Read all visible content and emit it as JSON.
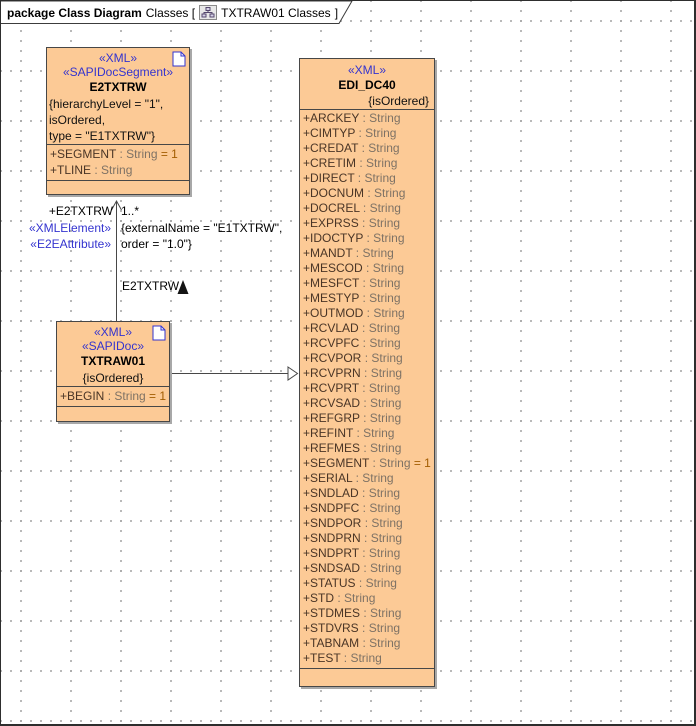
{
  "colors": {
    "class_fill": "#FCCA96",
    "class_border": "#474747",
    "stereotype_blue": "#3434CF",
    "attribute_name": "#4A3526",
    "attribute_type": "#7E7265",
    "attribute_default": "#A25C00",
    "shadow": "#A8A8A8"
  },
  "header": {
    "keyword": "package Class Diagram",
    "context": "Classes [",
    "diagram_icon": "class-diagram-icon",
    "name": "TXTRAW01 Classes",
    "bracket": "]"
  },
  "classes": {
    "e2txtrw": {
      "stereotypes": [
        "«XML»",
        "«SAPIDocSegment»"
      ],
      "name": "E2TXTRW",
      "constraints": [
        "{hierarchyLevel = \"1\",",
        "isOrdered,",
        "type = \"E1TXTRW\"}"
      ],
      "attributes": [
        {
          "n": "+SEGMENT",
          "t": " : String",
          "d": " = 1"
        },
        {
          "n": "+TLINE",
          "t": " : String",
          "d": ""
        }
      ]
    },
    "txtraw01": {
      "stereotypes": [
        "«XML»",
        "«SAPIDoc»"
      ],
      "name": "TXTRAW01",
      "constraints": [
        "{isOrdered}"
      ],
      "attributes": [
        {
          "n": "+BEGIN",
          "t": " : String",
          "d": " = 1"
        }
      ]
    },
    "edi_dc40": {
      "stereotypes": [
        "«XML»"
      ],
      "name": "EDI_DC40",
      "constraint": "{isOrdered}",
      "attributes": [
        {
          "n": "+ARCKEY",
          "t": " : String",
          "d": ""
        },
        {
          "n": "+CIMTYP",
          "t": " : String",
          "d": ""
        },
        {
          "n": "+CREDAT",
          "t": " : String",
          "d": ""
        },
        {
          "n": "+CRETIM",
          "t": " : String",
          "d": ""
        },
        {
          "n": "+DIRECT",
          "t": " : String",
          "d": ""
        },
        {
          "n": "+DOCNUM",
          "t": " : String",
          "d": ""
        },
        {
          "n": "+DOCREL",
          "t": " : String",
          "d": ""
        },
        {
          "n": "+EXPRSS",
          "t": " : String",
          "d": ""
        },
        {
          "n": "+IDOCTYP",
          "t": " : String",
          "d": ""
        },
        {
          "n": "+MANDT",
          "t": " : String",
          "d": ""
        },
        {
          "n": "+MESCOD",
          "t": " : String",
          "d": ""
        },
        {
          "n": "+MESFCT",
          "t": " : String",
          "d": ""
        },
        {
          "n": "+MESTYP",
          "t": " : String",
          "d": ""
        },
        {
          "n": "+OUTMOD",
          "t": " : String",
          "d": ""
        },
        {
          "n": "+RCVLAD",
          "t": " : String",
          "d": ""
        },
        {
          "n": "+RCVPFC",
          "t": " : String",
          "d": ""
        },
        {
          "n": "+RCVPOR",
          "t": " : String",
          "d": ""
        },
        {
          "n": "+RCVPRN",
          "t": " : String",
          "d": ""
        },
        {
          "n": "+RCVPRT",
          "t": " : String",
          "d": ""
        },
        {
          "n": "+RCVSAD",
          "t": " : String",
          "d": ""
        },
        {
          "n": "+REFGRP",
          "t": " : String",
          "d": ""
        },
        {
          "n": "+REFINT",
          "t": " : String",
          "d": ""
        },
        {
          "n": "+REFMES",
          "t": " : String",
          "d": ""
        },
        {
          "n": "+SEGMENT",
          "t": " : String",
          "d": " = 1"
        },
        {
          "n": "+SERIAL",
          "t": " : String",
          "d": ""
        },
        {
          "n": "+SNDLAD",
          "t": " : String",
          "d": ""
        },
        {
          "n": "+SNDPFC",
          "t": " : String",
          "d": ""
        },
        {
          "n": "+SNDPOR",
          "t": " : String",
          "d": ""
        },
        {
          "n": "+SNDPRN",
          "t": " : String",
          "d": ""
        },
        {
          "n": "+SNDPRT",
          "t": " : String",
          "d": ""
        },
        {
          "n": "+SNDSAD",
          "t": " : String",
          "d": ""
        },
        {
          "n": "+STATUS",
          "t": " : String",
          "d": ""
        },
        {
          "n": "+STD",
          "t": " : String",
          "d": ""
        },
        {
          "n": "+STDMES",
          "t": " : String",
          "d": ""
        },
        {
          "n": "+STDVRS",
          "t": " : String",
          "d": ""
        },
        {
          "n": "+TABNAM",
          "t": " : String",
          "d": ""
        },
        {
          "n": "+TEST",
          "t": " : String",
          "d": ""
        }
      ]
    }
  },
  "association": {
    "role": "+E2TXTRW",
    "multiplicity": "1..*",
    "stereotypes": [
      "«XMLElement»",
      "«E2EAttribute»"
    ],
    "constraints": [
      "{externalName = \"E1TXTRW\",",
      "order = \"1.0\"}"
    ],
    "name": "E2TXTRW"
  }
}
